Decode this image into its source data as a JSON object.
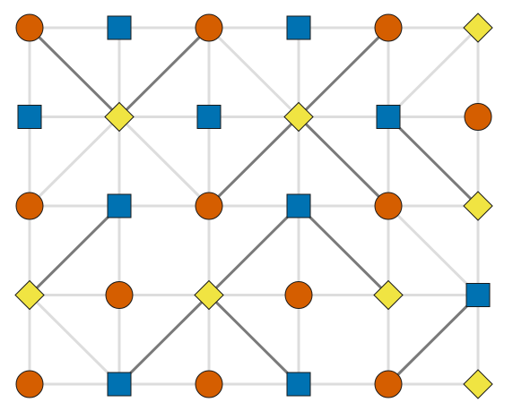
{
  "colors": {
    "circle": "#D55E00",
    "square": "#0072B2",
    "diamond": "#F0E442",
    "edge_light": "#DDDDDD",
    "edge_dark": "#7A7A7A",
    "outline": "#1A1A1A"
  },
  "grid": {
    "cols": 6,
    "rows": 5
  },
  "nodes": [
    [
      "circle",
      "square",
      "circle",
      "square",
      "circle",
      "diamond"
    ],
    [
      "square",
      "diamond",
      "square",
      "diamond",
      "square",
      "circle"
    ],
    [
      "circle",
      "square",
      "circle",
      "square",
      "circle",
      "diamond"
    ],
    [
      "diamond",
      "circle",
      "diamond",
      "circle",
      "diamond",
      "square"
    ],
    [
      "circle",
      "square",
      "circle",
      "square",
      "circle",
      "diamond"
    ]
  ],
  "light_edges": [
    [
      [
        0,
        0
      ],
      [
        1,
        0
      ]
    ],
    [
      [
        1,
        0
      ],
      [
        2,
        0
      ]
    ],
    [
      [
        2,
        0
      ],
      [
        3,
        0
      ]
    ],
    [
      [
        3,
        0
      ],
      [
        4,
        0
      ]
    ],
    [
      [
        4,
        0
      ],
      [
        5,
        0
      ]
    ],
    [
      [
        0,
        1
      ],
      [
        1,
        1
      ]
    ],
    [
      [
        1,
        1
      ],
      [
        2,
        1
      ]
    ],
    [
      [
        2,
        1
      ],
      [
        3,
        1
      ]
    ],
    [
      [
        3,
        1
      ],
      [
        4,
        1
      ]
    ],
    [
      [
        4,
        1
      ],
      [
        5,
        1
      ]
    ],
    [
      [
        0,
        2
      ],
      [
        1,
        2
      ]
    ],
    [
      [
        1,
        2
      ],
      [
        2,
        2
      ]
    ],
    [
      [
        2,
        2
      ],
      [
        3,
        2
      ]
    ],
    [
      [
        3,
        2
      ],
      [
        4,
        2
      ]
    ],
    [
      [
        4,
        2
      ],
      [
        5,
        2
      ]
    ],
    [
      [
        0,
        3
      ],
      [
        1,
        3
      ]
    ],
    [
      [
        1,
        3
      ],
      [
        2,
        3
      ]
    ],
    [
      [
        2,
        3
      ],
      [
        3,
        3
      ]
    ],
    [
      [
        3,
        3
      ],
      [
        4,
        3
      ]
    ],
    [
      [
        4,
        3
      ],
      [
        5,
        3
      ]
    ],
    [
      [
        0,
        4
      ],
      [
        1,
        4
      ]
    ],
    [
      [
        1,
        4
      ],
      [
        2,
        4
      ]
    ],
    [
      [
        2,
        4
      ],
      [
        3,
        4
      ]
    ],
    [
      [
        3,
        4
      ],
      [
        4,
        4
      ]
    ],
    [
      [
        4,
        4
      ],
      [
        5,
        4
      ]
    ],
    [
      [
        0,
        0
      ],
      [
        0,
        1
      ]
    ],
    [
      [
        0,
        1
      ],
      [
        0,
        2
      ]
    ],
    [
      [
        0,
        2
      ],
      [
        0,
        3
      ]
    ],
    [
      [
        0,
        3
      ],
      [
        0,
        4
      ]
    ],
    [
      [
        1,
        0
      ],
      [
        1,
        1
      ]
    ],
    [
      [
        1,
        1
      ],
      [
        1,
        2
      ]
    ],
    [
      [
        1,
        2
      ],
      [
        1,
        3
      ]
    ],
    [
      [
        1,
        3
      ],
      [
        1,
        4
      ]
    ],
    [
      [
        2,
        0
      ],
      [
        2,
        1
      ]
    ],
    [
      [
        2,
        1
      ],
      [
        2,
        2
      ]
    ],
    [
      [
        2,
        2
      ],
      [
        2,
        3
      ]
    ],
    [
      [
        2,
        3
      ],
      [
        2,
        4
      ]
    ],
    [
      [
        3,
        0
      ],
      [
        3,
        1
      ]
    ],
    [
      [
        3,
        1
      ],
      [
        3,
        2
      ]
    ],
    [
      [
        3,
        2
      ],
      [
        3,
        3
      ]
    ],
    [
      [
        3,
        3
      ],
      [
        3,
        4
      ]
    ],
    [
      [
        4,
        0
      ],
      [
        4,
        1
      ]
    ],
    [
      [
        4,
        1
      ],
      [
        4,
        2
      ]
    ],
    [
      [
        4,
        2
      ],
      [
        4,
        3
      ]
    ],
    [
      [
        4,
        3
      ],
      [
        4,
        4
      ]
    ],
    [
      [
        5,
        0
      ],
      [
        5,
        1
      ]
    ],
    [
      [
        5,
        1
      ],
      [
        5,
        2
      ]
    ],
    [
      [
        5,
        2
      ],
      [
        5,
        3
      ]
    ],
    [
      [
        5,
        3
      ],
      [
        5,
        4
      ]
    ],
    [
      [
        0,
        2
      ],
      [
        1,
        1
      ]
    ],
    [
      [
        1,
        1
      ],
      [
        2,
        2
      ]
    ],
    [
      [
        2,
        0
      ],
      [
        3,
        1
      ]
    ],
    [
      [
        4,
        1
      ],
      [
        5,
        0
      ]
    ],
    [
      [
        0,
        3
      ],
      [
        1,
        4
      ]
    ],
    [
      [
        4,
        2
      ],
      [
        5,
        3
      ]
    ],
    [
      [
        4,
        4
      ],
      [
        5,
        3
      ]
    ]
  ],
  "dark_edges": [
    [
      [
        0,
        0
      ],
      [
        1,
        1
      ]
    ],
    [
      [
        1,
        1
      ],
      [
        2,
        0
      ]
    ],
    [
      [
        2,
        2
      ],
      [
        3,
        1
      ]
    ],
    [
      [
        3,
        1
      ],
      [
        4,
        0
      ]
    ],
    [
      [
        3,
        1
      ],
      [
        4,
        2
      ]
    ],
    [
      [
        4,
        1
      ],
      [
        5,
        2
      ]
    ],
    [
      [
        0,
        3
      ],
      [
        1,
        2
      ]
    ],
    [
      [
        1,
        4
      ],
      [
        2,
        3
      ]
    ],
    [
      [
        2,
        3
      ],
      [
        3,
        2
      ]
    ],
    [
      [
        3,
        2
      ],
      [
        4,
        3
      ]
    ],
    [
      [
        2,
        3
      ],
      [
        3,
        4
      ]
    ],
    [
      [
        4,
        4
      ],
      [
        5,
        3
      ]
    ]
  ]
}
